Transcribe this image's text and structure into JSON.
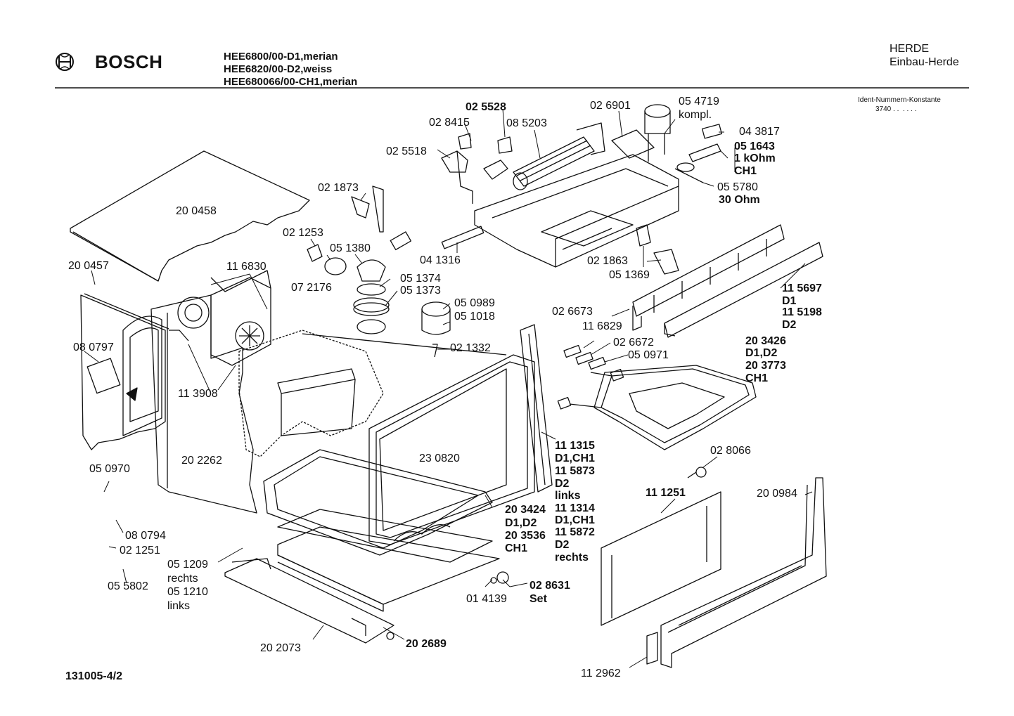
{
  "header": {
    "brand": "BOSCH",
    "models": [
      "HEE6800/00-D1,merian",
      "HEE6820/00-D2,weiss",
      "HEE680066/00-CH1,merian"
    ],
    "category": "HERDE",
    "subcategory": "Einbau-Herde",
    "ident_label": "Ident-Nummern-Konstante",
    "ident_value": "3740 . .  . . . ."
  },
  "footer": {
    "doc_number": "131005-4/2"
  },
  "parts": {
    "p200458": "20 0458",
    "p200457": "20 0457",
    "p080797": "08 0797",
    "p116830": "11 6830",
    "p113908": "11 3908",
    "p202262": "20 2262",
    "p050970": "05 0970",
    "p080794": "08 0794",
    "p021251": "02 1251",
    "p055802": "05 5802",
    "p051209": "05 1209",
    "rechts": "rechts",
    "p051210": "05 1210",
    "links": "links",
    "p202073": "20 2073",
    "p202689": "20 2689",
    "p014139": "01 4139",
    "p028631": "02 8631",
    "set": "Set",
    "p021873": "02 1873",
    "p021253": "02 1253",
    "p051380": "05 1380",
    "p072176": "07 2176",
    "p051374": "05 1374",
    "p051373": "05 1373",
    "p050989": "05 0989",
    "p051018": "05 1018",
    "p021332": "02 1332",
    "p041316": "04 1316",
    "p025518": "02 5518",
    "p028415": "02 8415",
    "p025528": "02 5528",
    "p085203": "08 5203",
    "p026901": "02 6901",
    "p054719": "05 4719",
    "kompl": "kompl.",
    "p043817": "04 3817",
    "p051643": "05 1643",
    "ohm1k": "1 kOhm",
    "ch1": "CH1",
    "p055780": "05 5780",
    "ohm30": "30 Ohm",
    "p021863": "02 1863",
    "p051369": "05 1369",
    "p115697": "11 5697",
    "d1": "D1",
    "p115198": "11 5198",
    "d2": "D2",
    "p026673": "02 6673",
    "p116829": "11 6829",
    "p026672": "02 6672",
    "p050971": "05 0971",
    "p203426": "20 3426",
    "d1d2": "D1,D2",
    "p203773": "20 3773",
    "p230820": "23 0820",
    "p203424": "20 3424",
    "p203536": "20 3536",
    "p111315": "11 1315",
    "d1ch1": "D1,CH1",
    "p115873": "11 5873",
    "p111314": "11 1314",
    "p115872": "11 5872",
    "p028066": "02 8066",
    "p111251": "11 1251",
    "p200984": "20 0984",
    "p112962": "11 2962"
  }
}
